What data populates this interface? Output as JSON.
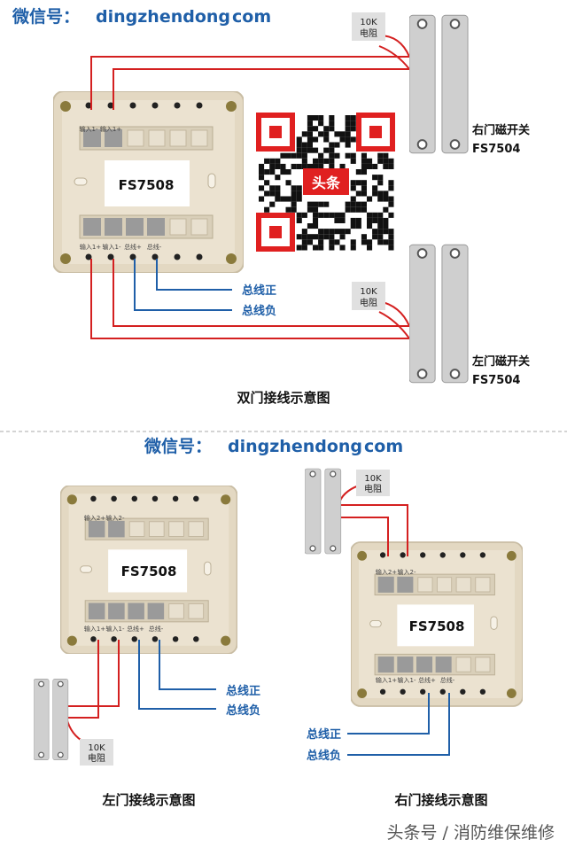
{
  "header": {
    "wechat_label": "微信号：",
    "wechat_id": "dingzhendong",
    "wechat_suffix": "com"
  },
  "top_diagram": {
    "module_label": "FS7508",
    "caption": "双门接线示意图",
    "resistor_label_top": "10K",
    "resistor_label_bottom": "电阻",
    "top_switch_name": "右门磁开关",
    "top_switch_model": "FS7504",
    "bottom_switch_name": "左门磁开关",
    "bottom_switch_model": "FS7504",
    "bus_positive": "总线正",
    "bus_negative": "总线负",
    "top_terminals": [
      "输入1-",
      "输入1+"
    ],
    "bottom_terminals": [
      "输入1+",
      "输入1-",
      "总线+",
      "总线-"
    ],
    "qr_badge": "头条"
  },
  "bottom_left": {
    "module_label": "FS7508",
    "caption": "左门接线示意图",
    "resistor_label_top": "10K",
    "resistor_label_bottom": "电阻",
    "bus_positive": "总线正",
    "bus_negative": "总线负",
    "top_terminals": [
      "输入2+",
      "输入2-"
    ],
    "bottom_terminals": [
      "输入1+",
      "输入1-",
      "总线+",
      "总线-"
    ]
  },
  "bottom_right": {
    "module_label": "FS7508",
    "caption": "右门接线示意图",
    "resistor_label_top": "10K",
    "resistor_label_bottom": "电阻",
    "bus_positive": "总线正",
    "bus_negative": "总线负",
    "top_terminals": [
      "输入2+",
      "输入2-"
    ],
    "bottom_terminals": [
      "输入1+",
      "输入1-",
      "总线+",
      "总线-"
    ]
  },
  "footer": {
    "watermark": "头条号 / 消防维保维修"
  },
  "colors": {
    "blue_text": "#1f5fa8",
    "red_wire": "#d42020",
    "blue_wire": "#1f5fa8",
    "module_beige": "#e7dcc6"
  }
}
